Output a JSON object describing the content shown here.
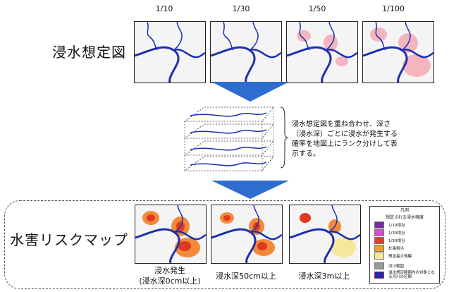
{
  "top": {
    "probabilities": [
      "1/10",
      "1/30",
      "1/50",
      "1/100"
    ],
    "title": "浸水想定図"
  },
  "middle": {
    "description": [
      "浸水想定図を重ね合わせ、深さ",
      "（浸水深）ごとに浸水が発生する",
      "確率を地図上にランク分けして表",
      "示する。"
    ]
  },
  "bottom": {
    "title": "水害リスクマップ",
    "captions": [
      [
        "浸水発生",
        "(浸水深0cm以上)"
      ],
      [
        "浸水深50cm以上"
      ],
      [
        "浸水深3m以上"
      ]
    ],
    "legend": {
      "header1": "凡例",
      "header2": "想定される浸水頻度",
      "items": [
        {
          "label": "1/10相当",
          "color": "#7a2a9a"
        },
        {
          "label": "1/30相当",
          "color": "#e04ad8"
        },
        {
          "label": "1/50相当",
          "color": "#e83a2a"
        },
        {
          "label": "計画相当",
          "color": "#f2a020"
        },
        {
          "label": "想定最大規模",
          "color": "#f6e89a"
        }
      ],
      "extra": [
        {
          "label": "河川範囲",
          "color": "#999999"
        },
        {
          "label": "浸水想定範囲内の対象となる河川の区間",
          "color": "#1a2aa8"
        }
      ]
    }
  },
  "colors": {
    "river": "#1c2fb0",
    "arrow": "#2e6dd0",
    "flood_light": "#f3b6bf",
    "flood_mid": "#f28a3a",
    "flood_dark": "#e0391f"
  }
}
